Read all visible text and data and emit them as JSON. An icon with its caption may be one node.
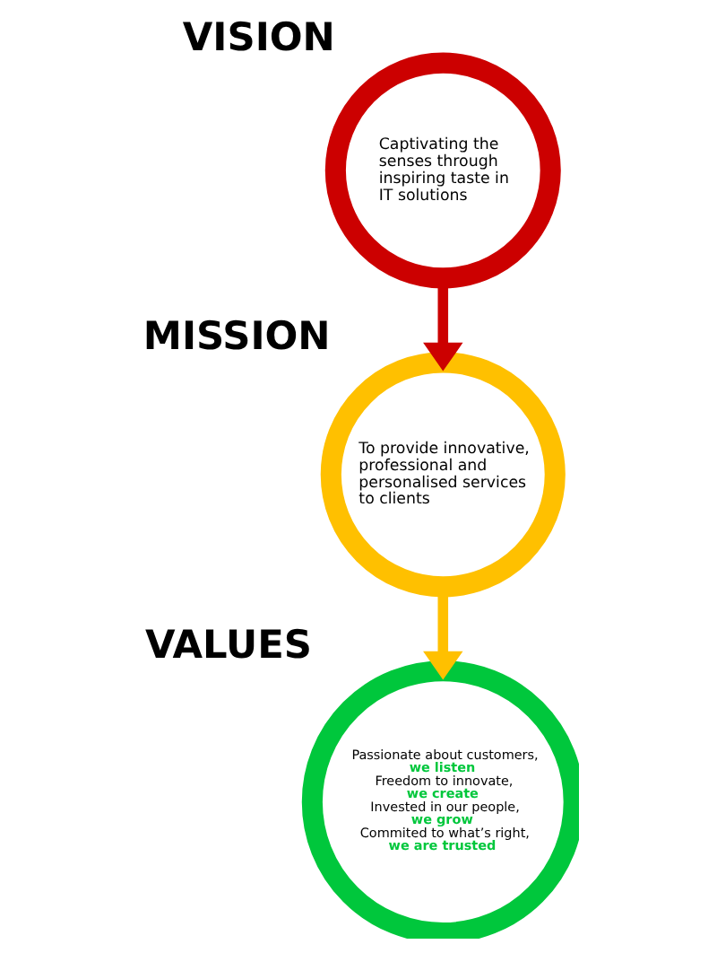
{
  "diagram": {
    "nodes": [
      {
        "text": [
          "VISION",
          "Captivating the senses through inspiring taste in IT solutions"
        ]
      },
      {
        "text": [
          "MISSION",
          "To provide innovative, professional and personalised services to clients"
        ]
      },
      {
        "text": [
          "VALUES",
          "Passionate about customers, **we listen** Freedom to innovate, **we create** Invested in our people, **we grow** Commited to what’s right, **we are trusted**"
        ]
      }
    ],
    "edges": [
      {
        "from": 0,
        "to": 1,
        "arrow": "to",
        "color": "#cc0000"
      },
      {
        "from": 1,
        "to": 2,
        "arrow": "to",
        "color": "#ffc000"
      }
    ]
  }
}
